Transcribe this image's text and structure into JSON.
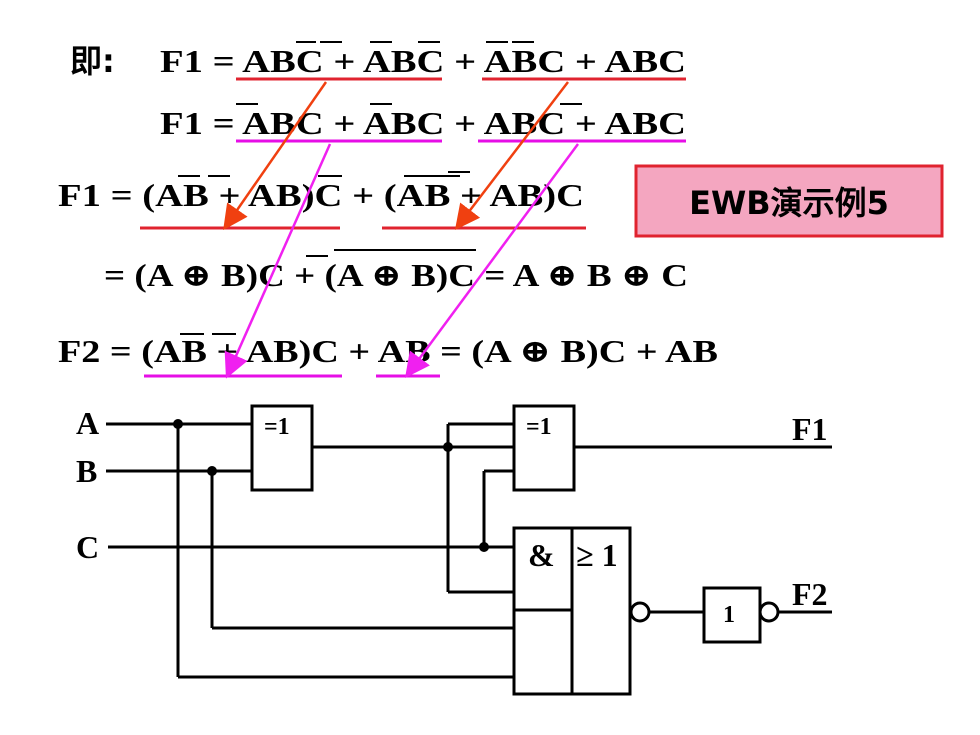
{
  "equations": {
    "intro_label": "即:",
    "line1": "F1 = ABC + ABC + ABC + ABC",
    "line2": "F1 = ABC + ABC + ABC + ABC",
    "line3": "F1 = (AB + AB)C + (AB + AB)C",
    "line4": "= (A ⊕ B)C + (A ⊕ B)C = A ⊕ B ⊕ C",
    "line5": "F2 = (AB + AB)C + AB = (A ⊕ B)C + AB"
  },
  "demo_box": {
    "label": "EWB演示例5",
    "fill": "#f4a6c0",
    "border": "#e0232f"
  },
  "circuit": {
    "inputs": [
      "A",
      "B",
      "C"
    ],
    "outputs": [
      "F1",
      "F2"
    ],
    "gates": {
      "xor1": "=1",
      "xor2": "=1",
      "and": "&",
      "or": "≥ 1",
      "not": "1"
    }
  },
  "colors": {
    "red_underline": "#e0232f",
    "magenta_underline": "#e60ee6",
    "orange_arrow": "#f04010",
    "pink_arrow": "#f020f0"
  }
}
